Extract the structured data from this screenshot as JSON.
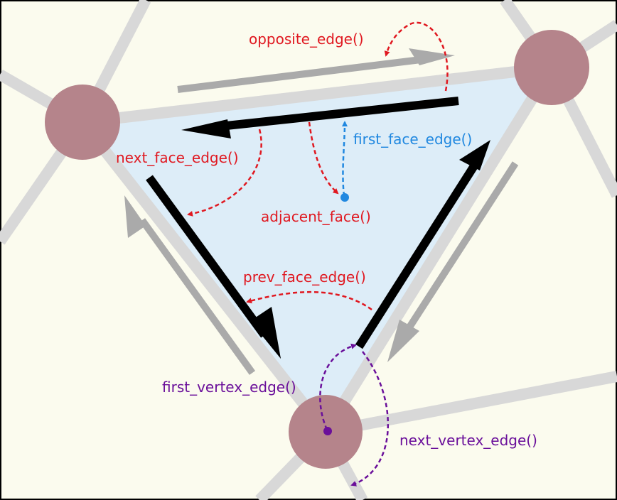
{
  "labels": {
    "opposite_edge": "opposite_edge()",
    "next_face_edge": "next_face_edge()",
    "first_face_edge": "first_face_edge()",
    "adjacent_face": "adjacent_face()",
    "prev_face_edge": "prev_face_edge()",
    "first_vertex_edge": "first_vertex_edge()",
    "next_vertex_edge": "next_vertex_edge()"
  },
  "colors": {
    "background": "#fbfbee",
    "face": "#ddedf8",
    "edge": "#d8d8d8",
    "vertex": "#b5848b",
    "halfedge": "#000000",
    "opposite_halfedge": "#aaaaaa",
    "face_ops": "#e01820",
    "face_link": "#2088e0",
    "vertex_ops": "#6a0f9a"
  }
}
